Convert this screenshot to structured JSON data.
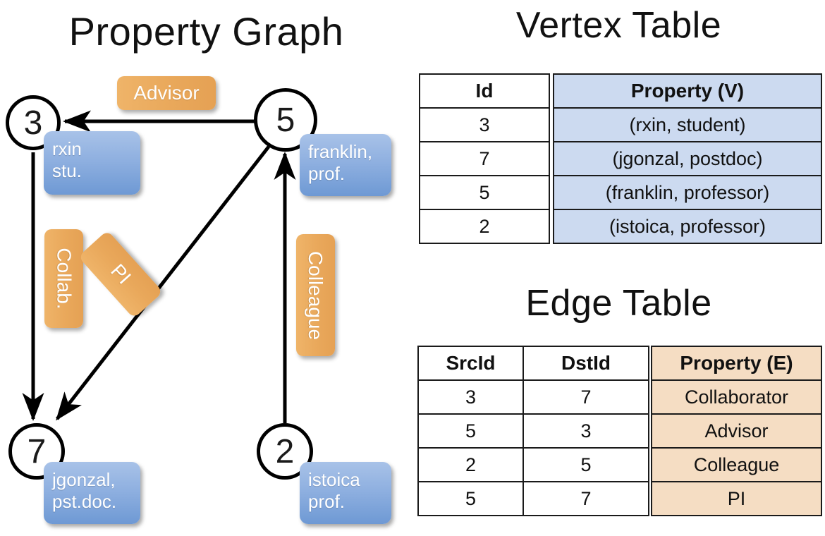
{
  "titles": {
    "property_graph": "Property Graph",
    "vertex_table": "Vertex Table",
    "edge_table": "Edge Table"
  },
  "graph": {
    "vertices": [
      {
        "id": "3",
        "prop_line1": "rxin",
        "prop_line2": "stu."
      },
      {
        "id": "5",
        "prop_line1": "franklin,",
        "prop_line2": "prof."
      },
      {
        "id": "7",
        "prop_line1": "jgonzal,",
        "prop_line2": "pst.doc."
      },
      {
        "id": "2",
        "prop_line1": "istoica",
        "prop_line2": "prof."
      }
    ],
    "edge_labels": [
      {
        "name": "advisor-label",
        "text": "Advisor"
      },
      {
        "name": "collab-label",
        "text": "Collab."
      },
      {
        "name": "pi-label",
        "text": "PI"
      },
      {
        "name": "colleague-label",
        "text": "Colleague"
      }
    ]
  },
  "vertex_table": {
    "headers": [
      "Id",
      "Property (V)"
    ],
    "rows": [
      {
        "id": "3",
        "property": "(rxin, student)"
      },
      {
        "id": "7",
        "property": "(jgonzal, postdoc)"
      },
      {
        "id": "5",
        "property": "(franklin, professor)"
      },
      {
        "id": "2",
        "property": "(istoica, professor)"
      }
    ]
  },
  "edge_table": {
    "headers": [
      "SrcId",
      "DstId",
      "Property (E)"
    ],
    "rows": [
      {
        "src": "3",
        "dst": "7",
        "property": "Collaborator"
      },
      {
        "src": "5",
        "dst": "3",
        "property": "Advisor"
      },
      {
        "src": "2",
        "dst": "5",
        "property": "Colleague"
      },
      {
        "src": "5",
        "dst": "7",
        "property": "PI"
      }
    ]
  },
  "colors": {
    "vertex_fill": "#ccdaf0",
    "edge_fill": "#f5ddc3",
    "node_property_blue": "#8fb0e0",
    "edge_property_orange": "#e9a85b",
    "stroke": "#1a1a1a"
  }
}
